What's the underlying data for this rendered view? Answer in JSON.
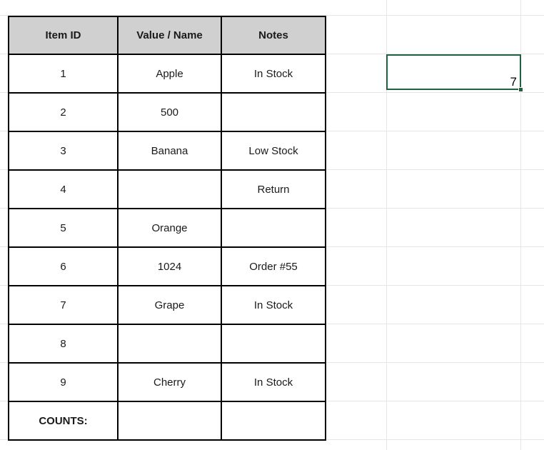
{
  "sheet": {
    "background_color": "#ffffff",
    "gridline_color": "#e6e6e6",
    "vertical_gridlines_x": [
      542,
      730
    ],
    "horizontal_gridlines_y": [
      22,
      76,
      130,
      184,
      238,
      292,
      346,
      400,
      454,
      508,
      562,
      616
    ]
  },
  "table": {
    "header_background": "#d0d0d0",
    "border_color": "#000000",
    "columns": [
      {
        "key": "item_id",
        "label": "Item ID"
      },
      {
        "key": "value_name",
        "label": "Value / Name"
      },
      {
        "key": "notes",
        "label": "Notes"
      }
    ],
    "rows": [
      {
        "item_id": "1",
        "value_name": "Apple",
        "notes": "In Stock"
      },
      {
        "item_id": "2",
        "value_name": "500",
        "notes": ""
      },
      {
        "item_id": "3",
        "value_name": "Banana",
        "notes": "Low Stock"
      },
      {
        "item_id": "4",
        "value_name": "",
        "notes": "Return"
      },
      {
        "item_id": "5",
        "value_name": "Orange",
        "notes": ""
      },
      {
        "item_id": "6",
        "value_name": "1024",
        "notes": "Order #55"
      },
      {
        "item_id": "7",
        "value_name": "Grape",
        "notes": "In Stock"
      },
      {
        "item_id": "8",
        "value_name": "",
        "notes": ""
      },
      {
        "item_id": "9",
        "value_name": "Cherry",
        "notes": "In Stock"
      },
      {
        "item_id": "COUNTS:",
        "value_name": "",
        "notes": ""
      }
    ]
  },
  "selection": {
    "value": "7",
    "border_color": "#1e6240",
    "fill_handle_color": "#1e6240"
  }
}
